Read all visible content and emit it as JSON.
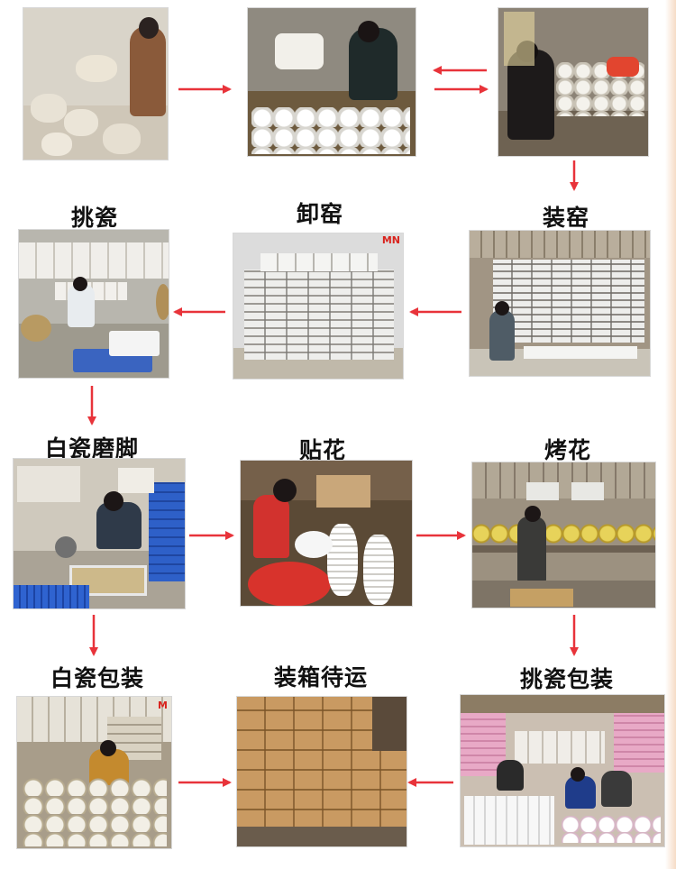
{
  "accent_color": "#e8333a",
  "steps": [
    {
      "id": "shaping",
      "label": ""
    },
    {
      "id": "glazing",
      "label": ""
    },
    {
      "id": "trimming",
      "label": ""
    },
    {
      "id": "pick-porcelain",
      "label": "挑瓷"
    },
    {
      "id": "unload-kiln",
      "label": "卸窑"
    },
    {
      "id": "load-kiln",
      "label": "装窑"
    },
    {
      "id": "grind-foot",
      "label": "白瓷磨脚"
    },
    {
      "id": "decal",
      "label": "贴花"
    },
    {
      "id": "bake-decal",
      "label": "烤花"
    },
    {
      "id": "white-pack",
      "label": "白瓷包装"
    },
    {
      "id": "box-ship",
      "label": "装箱待运"
    },
    {
      "id": "pick-pack",
      "label": "挑瓷包装"
    }
  ],
  "watermarks": {
    "unload_kiln": "MN",
    "white_pack": "M"
  }
}
